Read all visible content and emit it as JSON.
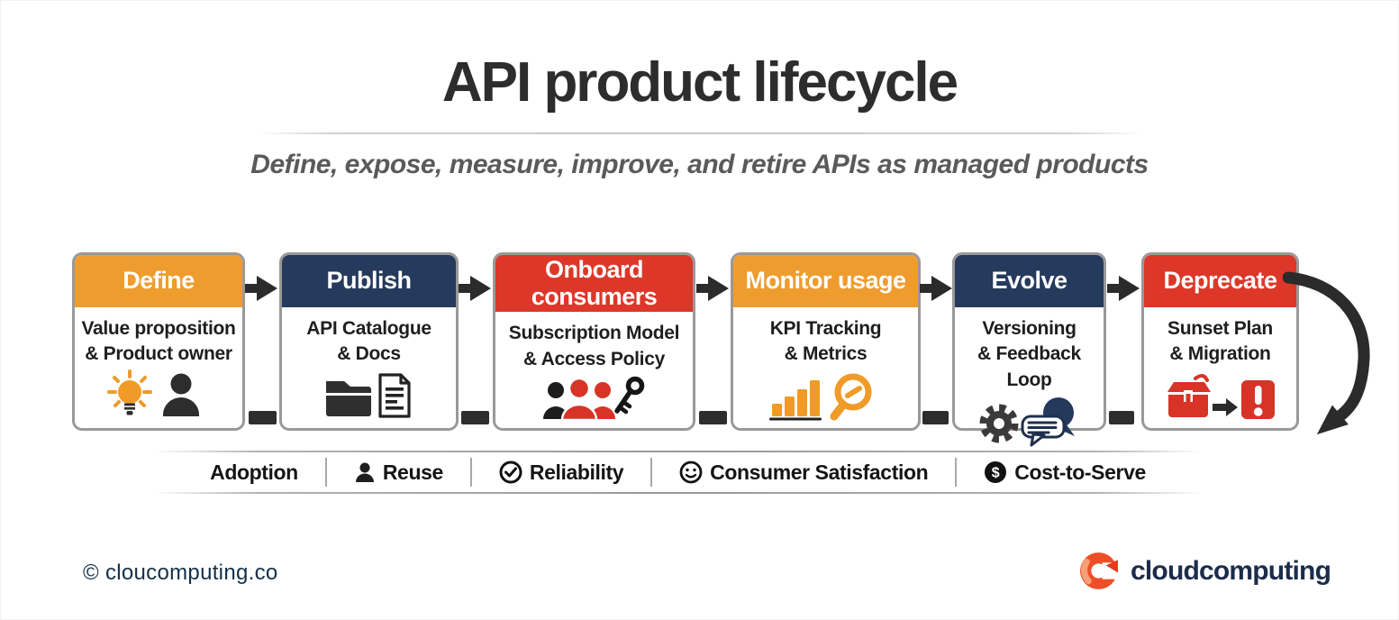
{
  "header": {
    "title": "API product lifecycle",
    "subtitle": "Define, expose, measure, improve, and retire APIs as managed products"
  },
  "stages": [
    {
      "label": "Define",
      "color": "#EF9C2E",
      "desc_line1": "Value proposition",
      "desc_line2": "& Product owner",
      "icons": [
        "lightbulb-icon",
        "person-icon"
      ]
    },
    {
      "label": "Publish",
      "color": "#253A5C",
      "desc_line1": "API Catalogue",
      "desc_line2": "& Docs",
      "icons": [
        "folder-icon",
        "document-icon"
      ]
    },
    {
      "label": "Onboard consumers",
      "color": "#DC3729",
      "desc_line1": "Subscription Model",
      "desc_line2": "& Access Policy",
      "icons": [
        "consumers-group-icon",
        "key-icon"
      ]
    },
    {
      "label": "Monitor usage",
      "color": "#EF9C2E",
      "desc_line1": "KPI Tracking",
      "desc_line2": "& Metrics",
      "icons": [
        "bar-chart-icon",
        "magnifier-icon"
      ]
    },
    {
      "label": "Evolve",
      "color": "#253A5C",
      "desc_line1": "Versioning",
      "desc_line2": "& Feedback Loop",
      "icons": [
        "gear-icon",
        "chat-bubbles-icon"
      ]
    },
    {
      "label": "Deprecate",
      "color": "#DC3729",
      "desc_line1": "Sunset Plan",
      "desc_line2": "& Migration",
      "icons": [
        "sunset-box-icon",
        "warning-exclamation-icon"
      ]
    }
  ],
  "metrics": {
    "items": [
      {
        "label": "Adoption",
        "icon": null
      },
      {
        "label": "Reuse",
        "icon": "person-icon"
      },
      {
        "label": "Reliability",
        "icon": "check-circle-icon"
      },
      {
        "label": "Consumer Satisfaction",
        "icon": "smiley-icon"
      },
      {
        "label": "Cost-to-Serve",
        "icon": "dollar-circle-icon"
      }
    ]
  },
  "footer": {
    "copyright": "© cloucomputing.co",
    "brand": "cloudcomputing"
  },
  "colors": {
    "orange": "#EF9C2E",
    "navy": "#253A5C",
    "red": "#DC3729",
    "flow_arrow": "#2B2B2B",
    "brand_coral": "#EE4E26",
    "brand_navy": "#1B2D4A"
  }
}
